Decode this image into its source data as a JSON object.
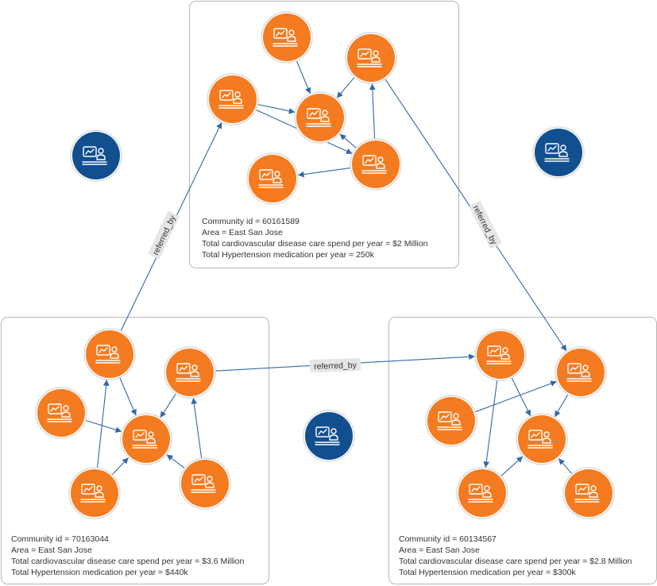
{
  "edge_label": "referred_by",
  "communities": [
    {
      "id_line": "Community id = 60161589",
      "area_line": "Area = East San Jose",
      "spend_line": "Total cardiovascular disease care spend per year = $2 Million",
      "meds_line": "Total Hypertension medication per year = 250k"
    },
    {
      "id_line": "Community id = 70163044",
      "area_line": "Area = East San Jose",
      "spend_line": "Total cardiovascular disease care spend per year = $3.6 Million",
      "meds_line": "Total Hypertension medication per year = $440k"
    },
    {
      "id_line": "Community id = 60134567",
      "area_line": "Area = East San Jose",
      "spend_line": "Total cardiovascular disease care spend per year = $2.8 Million",
      "meds_line": "Total Hypertension medication per year = $300k"
    }
  ],
  "colors": {
    "node_orange": "#f47b1f",
    "node_blue": "#124f8f",
    "edge": "#3368a8",
    "box_border": "#b7b7b7"
  },
  "icons": {
    "node_icon": "chart-presentation-person-icon"
  }
}
